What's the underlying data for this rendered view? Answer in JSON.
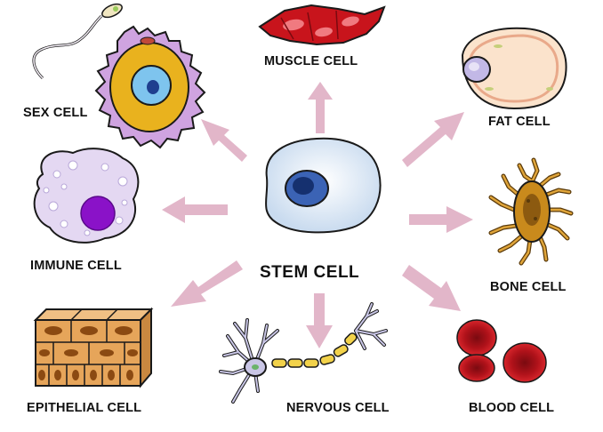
{
  "center": {
    "label": "STEM CELL",
    "icon": "stem-cell-icon"
  },
  "cells": [
    {
      "id": "muscle",
      "label": "MUSCLE CELL",
      "icon": "muscle-cell-icon"
    },
    {
      "id": "fat",
      "label": "FAT CELL",
      "icon": "fat-cell-icon"
    },
    {
      "id": "bone",
      "label": "BONE CELL",
      "icon": "bone-cell-icon"
    },
    {
      "id": "blood",
      "label": "BLOOD CELL",
      "icon": "blood-cell-icon"
    },
    {
      "id": "nervous",
      "label": "NERVOUS CELL",
      "icon": "nervous-cell-icon"
    },
    {
      "id": "epithelial",
      "label": "EPITHELIAL CELL",
      "icon": "epithelial-cell-icon"
    },
    {
      "id": "immune",
      "label": "IMMUNE CELL",
      "icon": "immune-cell-icon"
    },
    {
      "id": "sex",
      "label": "SEX CELL",
      "icon": "sex-cell-icon"
    }
  ],
  "colors": {
    "arrow": "#e2b6c9",
    "outline": "#1a1a1a",
    "stem_body": "#dfeaf6",
    "stem_nucleus": "#1f3f8f",
    "muscle": "#c8141c",
    "fat_body": "#fbe3cc",
    "bone_body": "#c98a1c",
    "blood": "#b0121a",
    "nerve_axon": "#f2d24a",
    "nerve_body": "#c9c6e6",
    "epithelial": "#e6a55a",
    "immune_body": "#e4d8f2",
    "immune_nucleus": "#8a12c8",
    "sex_body": "#cfa3e0",
    "sex_yolk": "#e9b21e",
    "sex_nucleus": "#7ec4ee"
  }
}
